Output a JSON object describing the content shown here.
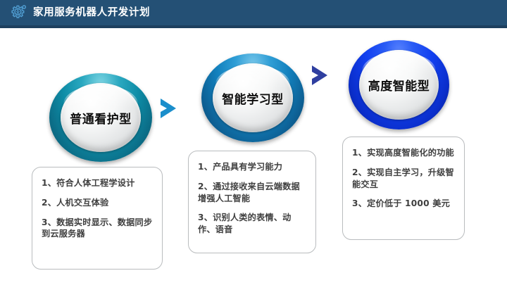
{
  "header": {
    "title": "家用服务机器人开发计划",
    "icon": "gear-person-icon",
    "bg_color": "#245075",
    "underline_color": "#1d3f5e",
    "text_color": "#ffffff"
  },
  "stages": [
    {
      "id": "stage-1",
      "label": "普通看护型",
      "node_color": "#0e8ca6",
      "bullets": [
        "1、符合人体工程学设计",
        "2、人机交互体验",
        "3、数据实时显示、数据同步到云服务器"
      ]
    },
    {
      "id": "stage-2",
      "label": "智能学习型",
      "node_color": "#1280bd",
      "bullets": [
        "1、产品具有学习能力",
        "2、通过接收来自云端数据增强人工智能",
        "3、识别人类的表情、动作、语音"
      ]
    },
    {
      "id": "stage-3",
      "label": "高度智能型",
      "node_color": "#1240f0",
      "bullets": [
        "1、实现高度智能化的功能",
        "2、实现自主学习，升级智能交互",
        "3、定价低于 1000 美元"
      ]
    }
  ],
  "arrows": [
    {
      "id": "arrow-stage1-to-stage2",
      "icon": "chevron-right-icon",
      "color": "#1b8ecb"
    },
    {
      "id": "arrow-stage2-to-stage3",
      "icon": "chevron-right-icon",
      "color": "#2f3fa0"
    }
  ]
}
